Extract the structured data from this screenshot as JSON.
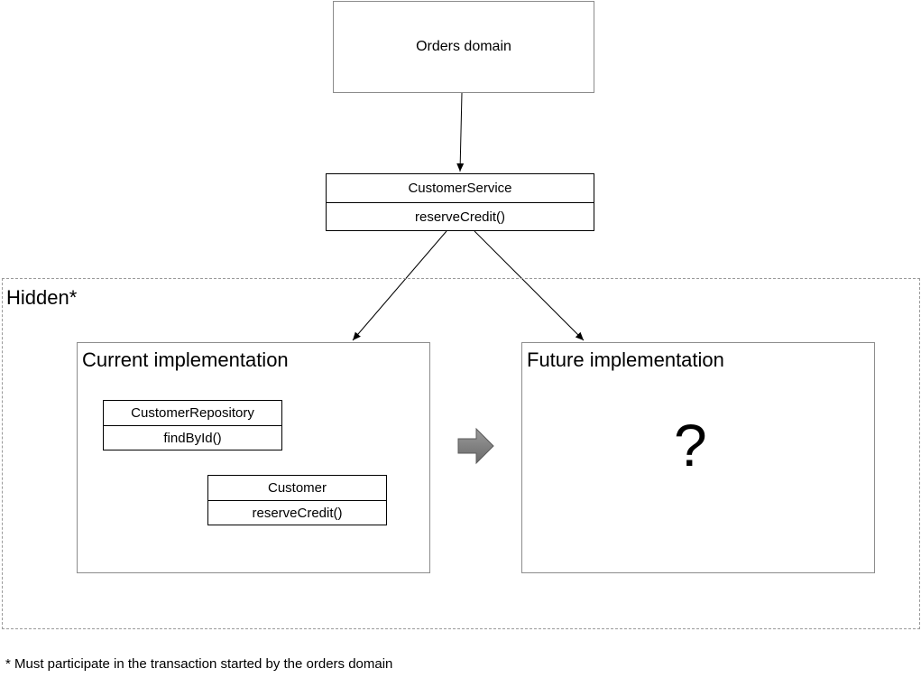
{
  "orders_domain": {
    "label": "Orders domain"
  },
  "customer_service": {
    "name": "CustomerService",
    "method": "reserveCredit()"
  },
  "hidden_region": {
    "label": "Hidden*"
  },
  "current_impl": {
    "title": "Current implementation",
    "repository": {
      "name": "CustomerRepository",
      "method": "findById()"
    },
    "customer": {
      "name": "Customer",
      "method": "reserveCredit()"
    }
  },
  "future_impl": {
    "title": "Future implementation",
    "placeholder": "?"
  },
  "footnote": "* Must participate in the transaction started by the orders domain"
}
